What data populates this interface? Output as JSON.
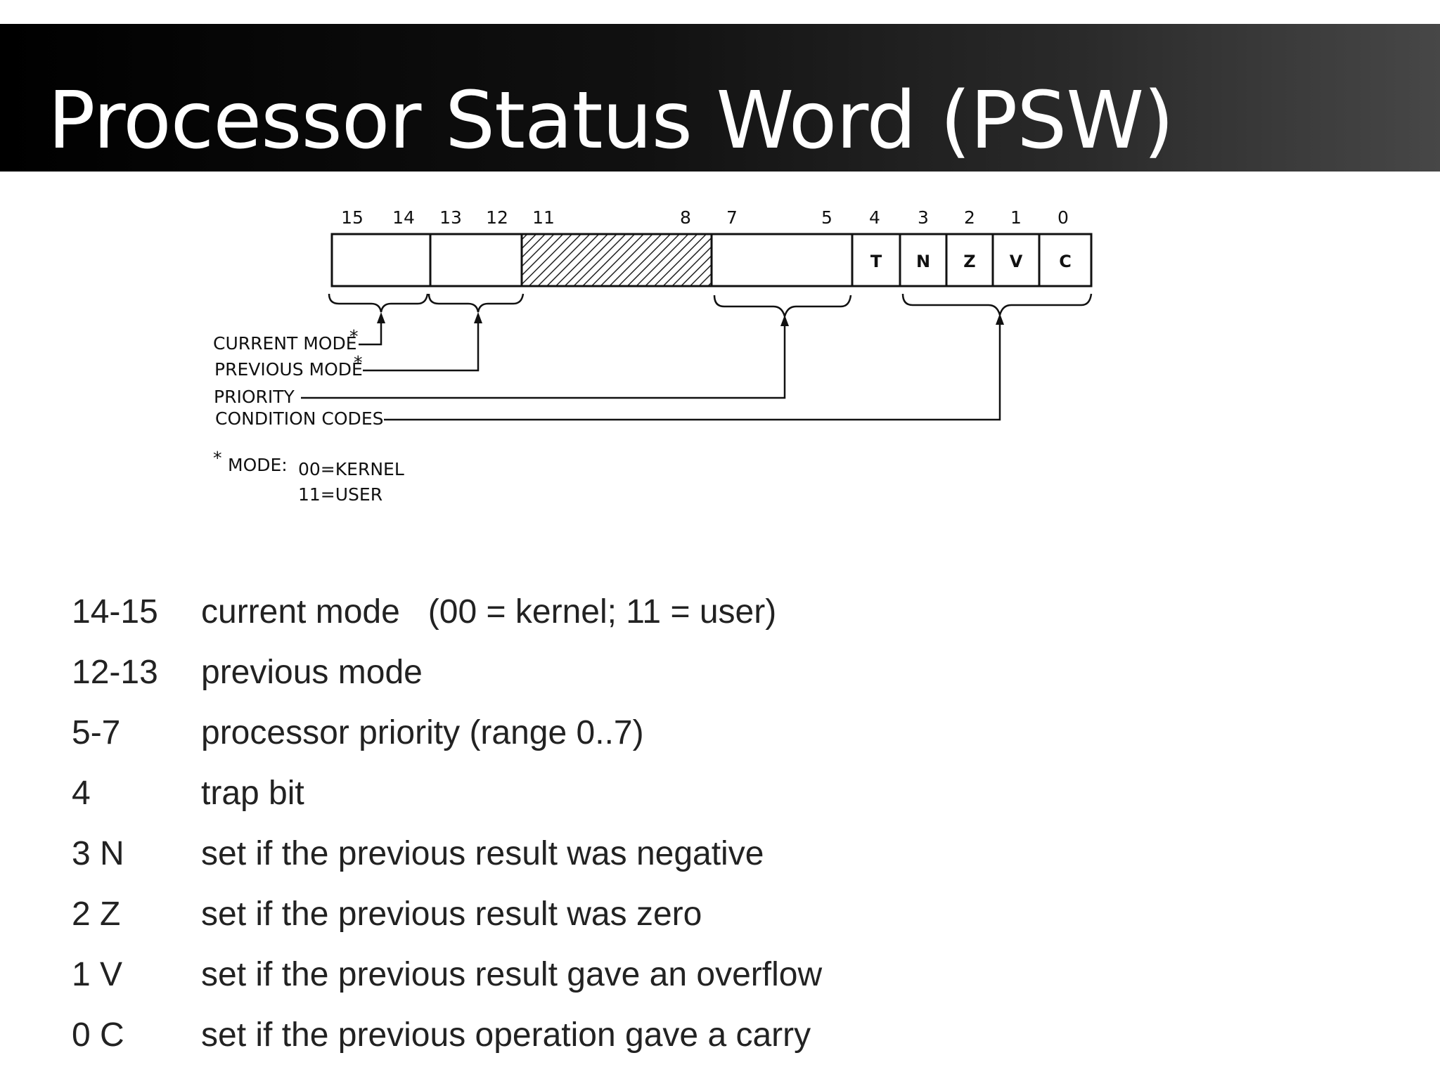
{
  "title": "Processor Status Word (PSW)",
  "diagram": {
    "bit_numbers": [
      "15",
      "14",
      "13",
      "12",
      "11",
      "8",
      "7",
      "5",
      "4",
      "3",
      "2",
      "1",
      "0"
    ],
    "flags": [
      "T",
      "N",
      "Z",
      "V",
      "C"
    ],
    "labels": {
      "current_mode": "CURRENT MODE",
      "previous_mode": "PREVIOUS MODE",
      "priority": "PRIORITY",
      "condition_codes": "CONDITION CODES"
    },
    "asterisk": "*",
    "mode_note": {
      "prefix": "MODE:",
      "line1": "00=KERNEL",
      "line2": "11=USER"
    }
  },
  "table": [
    {
      "bits": "14-15",
      "desc": "current mode   (00 = kernel; 11 = user)"
    },
    {
      "bits": "12-13",
      "desc": "previous mode"
    },
    {
      "bits": "5-7",
      "desc": "processor priority (range 0..7)"
    },
    {
      "bits": "4",
      "desc": "trap bit"
    },
    {
      "bits": "3 N",
      "desc": "set if the previous result was negative"
    },
    {
      "bits": "2 Z",
      "desc": "set if the previous result was zero"
    },
    {
      "bits": "1 V",
      "desc": "set if the previous result gave an overflow"
    },
    {
      "bits": "0 C",
      "desc": "set if the previous operation gave a carry"
    }
  ]
}
